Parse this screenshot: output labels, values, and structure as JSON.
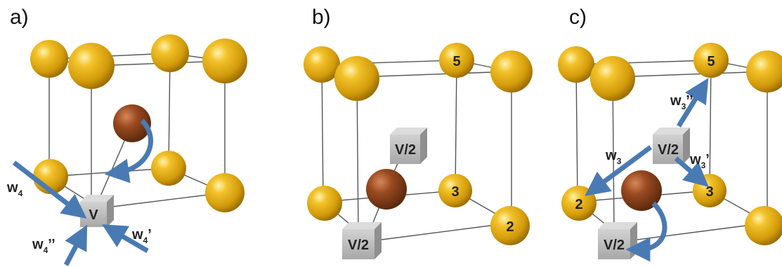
{
  "panels": [
    {
      "label": "a)",
      "vacancy": [
        "V"
      ],
      "atom_numbers": [],
      "jumps": [
        {
          "base": "w",
          "sub": "4",
          "primes": ""
        },
        {
          "base": "w",
          "sub": "4",
          "primes": "’"
        },
        {
          "base": "w",
          "sub": "4",
          "primes": "’’"
        }
      ]
    },
    {
      "label": "b)",
      "vacancy": [
        "V/2",
        "V/2"
      ],
      "atom_numbers": [
        "5",
        "3",
        "2"
      ],
      "jumps": []
    },
    {
      "label": "c)",
      "vacancy": [
        "V/2",
        "V/2"
      ],
      "atom_numbers": [
        "5",
        "3",
        "2"
      ],
      "jumps": [
        {
          "base": "w",
          "sub": "3",
          "primes": "’’"
        },
        {
          "base": "w",
          "sub": "3",
          "primes": ""
        },
        {
          "base": "w",
          "sub": "3",
          "primes": "’"
        }
      ]
    }
  ],
  "colors": {
    "host_atom": "#e3a812",
    "solute_atom": "#8b4513",
    "vacancy_cube": "#b5b5b5",
    "arrow": "#4a7ab3",
    "edge": "#555555"
  }
}
